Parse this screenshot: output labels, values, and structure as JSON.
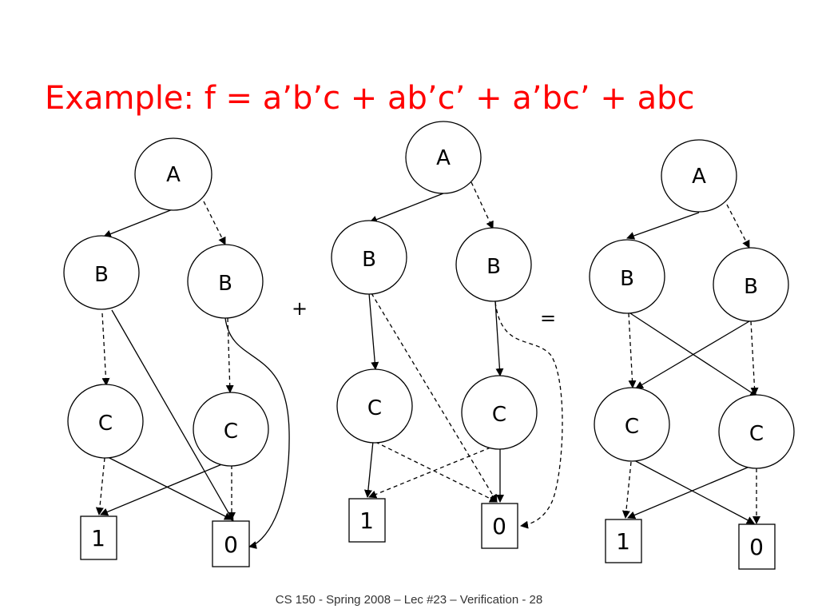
{
  "title": "Example: f = a’b’c + ab’c’ + a’bc’ + abc",
  "footer": "CS 150 - Spring  2008 – Lec #23 – Verification  - 28",
  "operators": {
    "plus": "+",
    "equals": "="
  },
  "diagrams": [
    {
      "name": "left",
      "nodes": {
        "a": "A",
        "b_left": "B",
        "b_right": "B",
        "c_left": "C",
        "c_right": "C"
      },
      "terminals": {
        "one": "1",
        "zero": "0"
      }
    },
    {
      "name": "middle",
      "nodes": {
        "a": "A",
        "b_left": "B",
        "b_right": "B",
        "c_left": "C",
        "c_right": "C"
      },
      "terminals": {
        "one": "1",
        "zero": "0"
      }
    },
    {
      "name": "right",
      "nodes": {
        "a": "A",
        "b_left": "B",
        "b_right": "B",
        "c_left": "C",
        "c_right": "C"
      },
      "terminals": {
        "one": "1",
        "zero": "0"
      }
    }
  ]
}
